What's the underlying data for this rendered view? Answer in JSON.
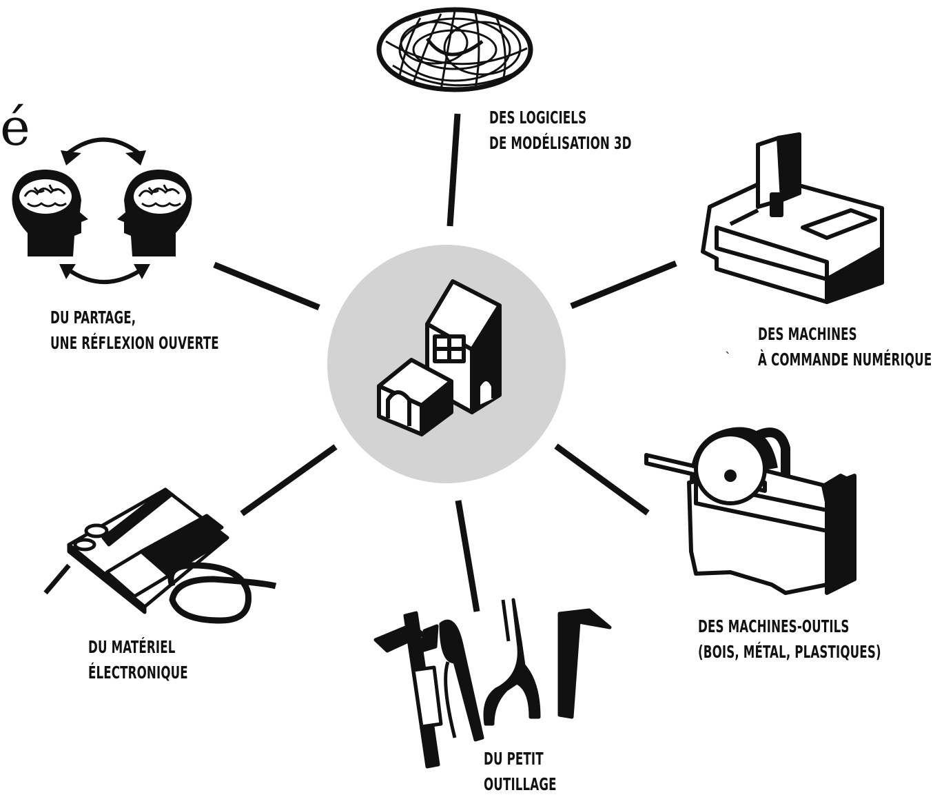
{
  "stray_glyph": "é",
  "stray_mark": "`",
  "labels": {
    "software": [
      "DES LOGICIELS",
      "DE MODÉLISATION 3D"
    ],
    "cnc": [
      "DES MACHINES",
      "À COMMANDE NUMÉRIQUE"
    ],
    "sharing": [
      "DU PARTAGE,",
      "UNE RÉFLEXION OUVERTE"
    ],
    "tools": [
      "DES MACHINES-OUTILS",
      "(BOIS, MÉTAL, PLASTIQUES)"
    ],
    "electronics": [
      "DU MATÉRIEL",
      "ÉLECTRONIQUE"
    ],
    "small_tools": [
      "DU PETIT",
      "OUTILLAGE"
    ]
  },
  "colors": {
    "ink": "#111111",
    "hub": "#d3d3d3",
    "paper": "#ffffff"
  },
  "icons": [
    "building-icon",
    "torus-wireframe-icon",
    "cnc-machine-icon",
    "brains-exchange-icon",
    "machine-tool-saw-icon",
    "circuit-board-icon",
    "hand-tools-icon"
  ]
}
